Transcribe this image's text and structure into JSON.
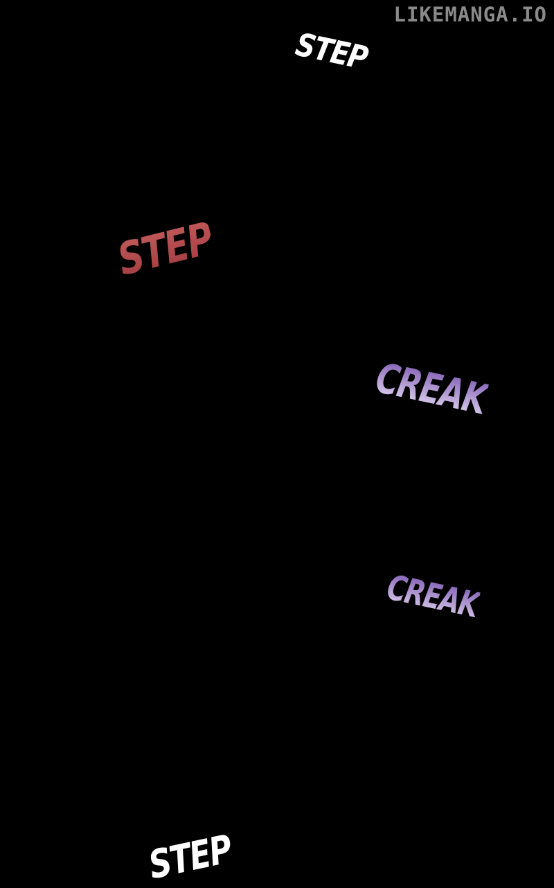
{
  "watermark": "LIKEMANGA.IO",
  "sfx": [
    {
      "text": "STEP",
      "color": "#ffffff"
    },
    {
      "text": "STEP",
      "color": "#b84a4e"
    },
    {
      "text": "CREAK",
      "color": "#8a66c0"
    },
    {
      "text": "CREAK",
      "color": "#8a66c0"
    },
    {
      "text": "STEP",
      "color": "#ffffff"
    }
  ]
}
